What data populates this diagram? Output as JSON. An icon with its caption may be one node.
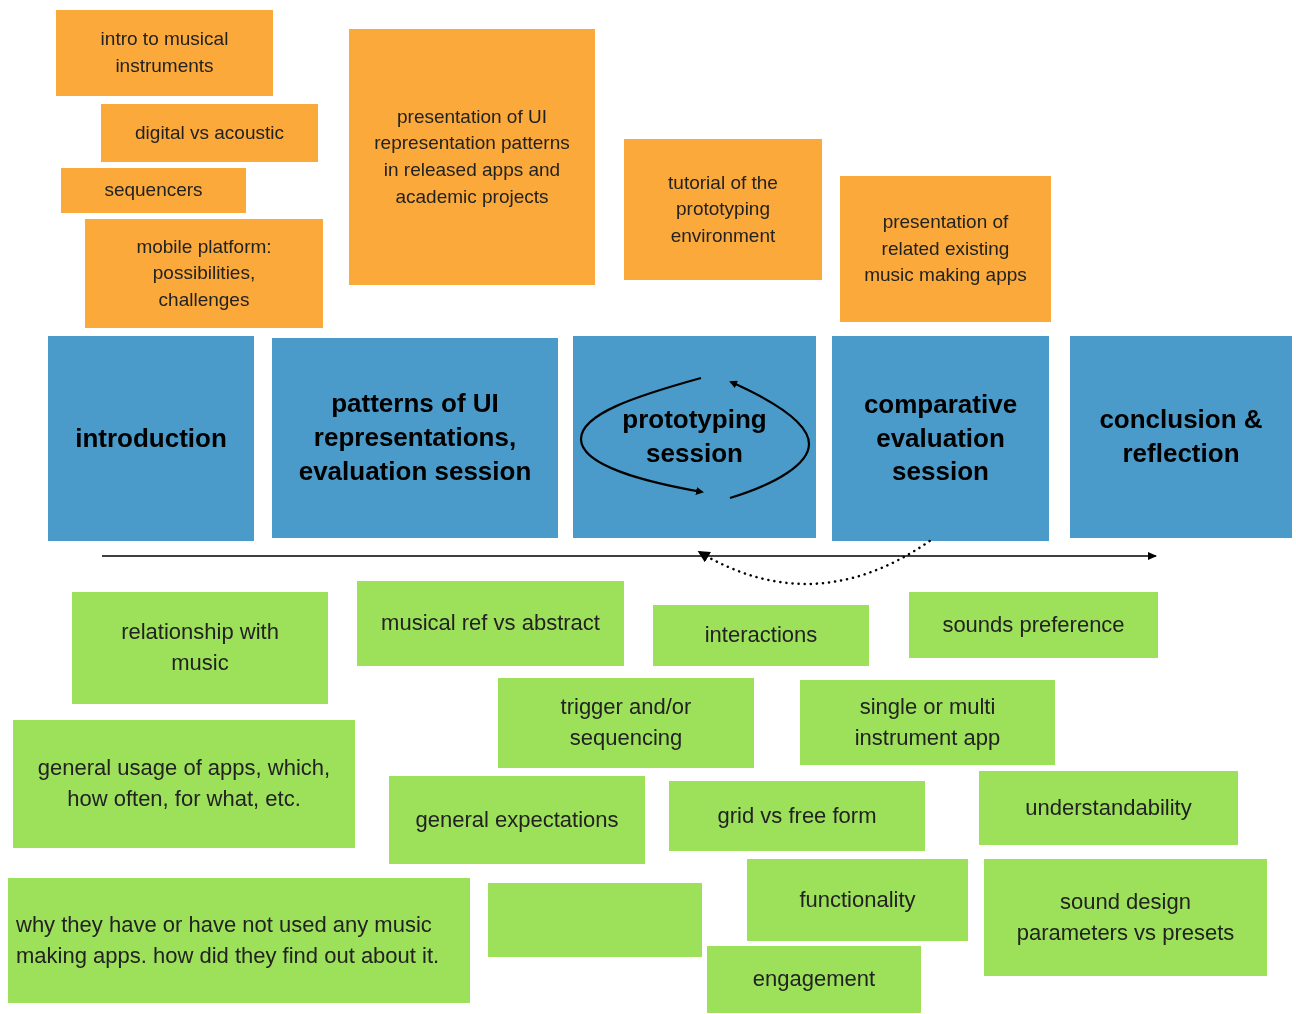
{
  "diagram": {
    "nodes": [
      {
        "text": [
          "intro to musical instruments"
        ]
      },
      {
        "text": [
          "digital vs acoustic"
        ]
      },
      {
        "text": [
          "sequencers"
        ]
      },
      {
        "text": [
          "mobile platform: possibilities, challenges"
        ]
      },
      {
        "text": [
          "presentation of UI representation patterns in released apps and academic projects"
        ]
      },
      {
        "text": [
          "tutorial of the prototyping environment"
        ]
      },
      {
        "text": [
          "presentation of related existing music making apps"
        ]
      },
      {
        "text": [
          "introduction"
        ]
      },
      {
        "text": [
          "patterns of UI representations, evaluation session"
        ]
      },
      {
        "text": [
          "prototyping session"
        ]
      },
      {
        "text": [
          "comparative evaluation session"
        ]
      },
      {
        "text": [
          "conclusion & reflection"
        ]
      },
      {
        "text": [
          "relationship with music"
        ]
      },
      {
        "text": [
          "musical ref vs abstract"
        ]
      },
      {
        "text": [
          "interactions"
        ]
      },
      {
        "text": [
          "sounds preference"
        ]
      },
      {
        "text": [
          "trigger and/or sequencing"
        ]
      },
      {
        "text": [
          "single or multi instrument app"
        ]
      },
      {
        "text": [
          "general usage of apps, which, how often, for what, etc."
        ]
      },
      {
        "text": [
          "general expectations"
        ]
      },
      {
        "text": [
          "grid vs free form"
        ]
      },
      {
        "text": [
          "understandability"
        ]
      },
      {
        "text": [
          "why they have or have not used any music making apps. how did they find out about it."
        ]
      },
      {
        "text": [],
        "shape": "box"
      },
      {
        "text": [
          "functionality"
        ]
      },
      {
        "text": [
          "sound design parameters vs presets"
        ]
      },
      {
        "text": [
          "engagement"
        ]
      }
    ],
    "edges": [
      {
        "from": 10,
        "to": 9,
        "arrow": "to",
        "style": "dashed"
      }
    ]
  }
}
